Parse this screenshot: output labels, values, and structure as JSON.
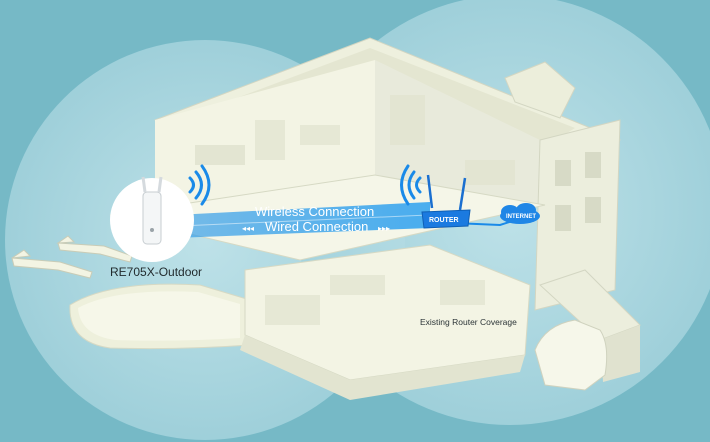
{
  "diagram": {
    "connections": {
      "wireless_label": "Wireless Connection",
      "wired_label": "Wired Connection",
      "left_chevrons": "◂◂◂",
      "right_chevrons": "▸▸▸"
    },
    "device_label": "RE705X-Outdoor",
    "router_label": "ROUTER",
    "internet_label": "INTERNET",
    "coverage_label": "Existing Router Coverage"
  },
  "colors": {
    "background": "#76b9c6",
    "coverage": "#a9d6df",
    "house_wall": "#f2f3e1",
    "house_shadow": "#d9dcc8",
    "wifi_blue": "#1a8ae8",
    "connection_bar": "#3ea8ec"
  },
  "icons": [
    "wifi-signal-icon",
    "router-icon",
    "internet-cloud-icon",
    "extender-device-icon"
  ]
}
